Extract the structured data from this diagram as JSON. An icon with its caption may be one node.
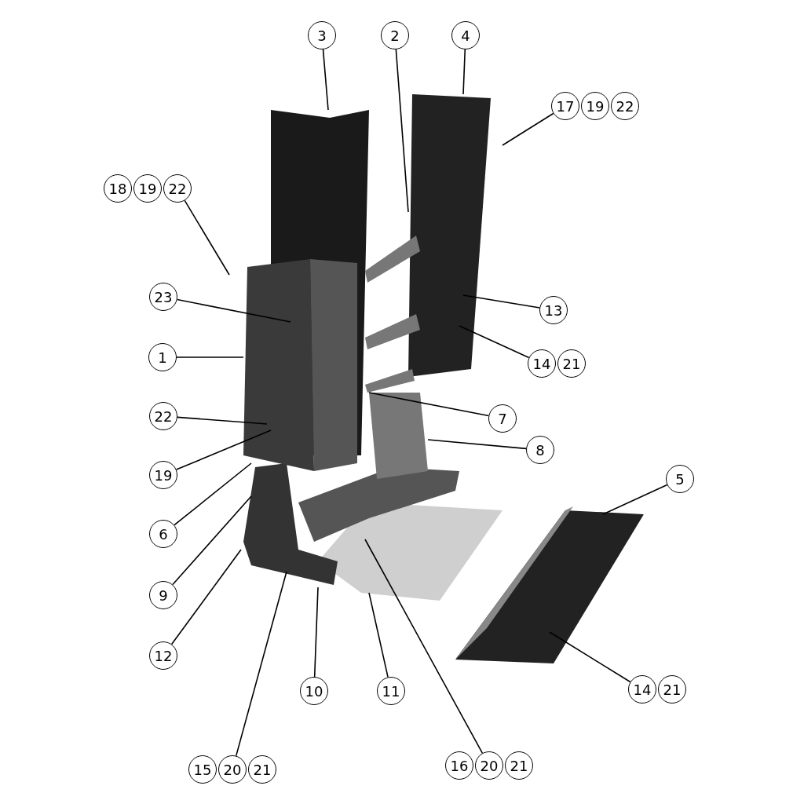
{
  "diagram": {
    "nodes": [
      {
        "text": [
          "3"
        ]
      },
      {
        "text": [
          "2"
        ]
      },
      {
        "text": [
          "4"
        ]
      },
      {
        "text": [
          "17",
          "19",
          "22"
        ]
      },
      {
        "text": [
          "18",
          "19",
          "22"
        ]
      },
      {
        "text": [
          "23"
        ]
      },
      {
        "text": [
          "13"
        ]
      },
      {
        "text": [
          "1"
        ]
      },
      {
        "text": [
          "14",
          "21"
        ]
      },
      {
        "text": [
          "22"
        ]
      },
      {
        "text": [
          "7"
        ]
      },
      {
        "text": [
          "8"
        ]
      },
      {
        "text": [
          "19"
        ]
      },
      {
        "text": [
          "5"
        ]
      },
      {
        "text": [
          "6"
        ]
      },
      {
        "text": [
          "9"
        ]
      },
      {
        "text": [
          "12"
        ]
      },
      {
        "text": [
          "10"
        ]
      },
      {
        "text": [
          "11"
        ]
      },
      {
        "text": [
          "14",
          "21"
        ]
      },
      {
        "text": [
          "15",
          "20",
          "21"
        ]
      },
      {
        "text": [
          "16",
          "20",
          "21"
        ]
      }
    ],
    "edges": [
      {
        "from": 0,
        "to": null,
        "arrow": "none"
      },
      {
        "from": 1,
        "to": null,
        "arrow": "none"
      },
      {
        "from": 2,
        "to": null,
        "arrow": "none"
      },
      {
        "from": 3,
        "to": null,
        "arrow": "none"
      },
      {
        "from": 4,
        "to": null,
        "arrow": "none"
      },
      {
        "from": 5,
        "to": null,
        "arrow": "none"
      },
      {
        "from": 6,
        "to": null,
        "arrow": "none"
      },
      {
        "from": 7,
        "to": null,
        "arrow": "none"
      },
      {
        "from": 8,
        "to": null,
        "arrow": "none"
      },
      {
        "from": 9,
        "to": null,
        "arrow": "none"
      },
      {
        "from": 10,
        "to": null,
        "arrow": "none"
      },
      {
        "from": 11,
        "to": null,
        "arrow": "none"
      },
      {
        "from": 12,
        "to": null,
        "arrow": "none"
      },
      {
        "from": 13,
        "to": null,
        "arrow": "none"
      },
      {
        "from": 14,
        "to": null,
        "arrow": "none"
      },
      {
        "from": 15,
        "to": null,
        "arrow": "none"
      },
      {
        "from": 16,
        "to": null,
        "arrow": "none"
      },
      {
        "from": 17,
        "to": null,
        "arrow": "none"
      },
      {
        "from": 18,
        "to": null,
        "arrow": "none"
      },
      {
        "from": 19,
        "to": null,
        "arrow": "none"
      },
      {
        "from": 20,
        "to": null,
        "arrow": "none"
      },
      {
        "from": 21,
        "to": null,
        "arrow": "none"
      }
    ]
  }
}
